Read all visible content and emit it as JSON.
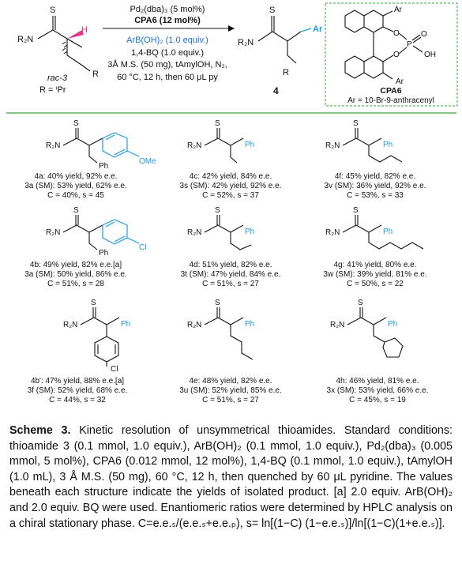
{
  "scheme": {
    "reaction": {
      "substrate": {
        "amide": "R₂N",
        "sulfur": "S",
        "h_label": "H",
        "r_label": "R",
        "name": "rac-3",
        "r_def": "R = ⁱPr"
      },
      "conditions": [
        "Pd₂(dba)₃ (5 mol%)",
        "CPA6 (12 mol%)",
        "ArB(OH)₂ (1.0 equiv.)",
        "1,4-BQ (1.0 equiv.)",
        "3Å M.S. (50 mg), tAmylOH, N₂,",
        "60 °C, 12 h, then 60 μL py"
      ],
      "product": {
        "amide": "R₂N",
        "sulfur": "S",
        "ar": "Ar",
        "r_label": "R",
        "number": "4"
      },
      "catalyst": {
        "ar_top": "Ar",
        "ar_bottom": "Ar",
        "o1": "O",
        "o2": "O",
        "p": "P",
        "o3": "O",
        "oh": "OH",
        "name": "CPA6",
        "ar_def": "Ar = 10-Br-9-anthracenyl"
      }
    },
    "entries": [
      {
        "id": "4a",
        "lines": [
          "4a: 40% yield, 92% e.e.",
          "3a (SM): 53% yield, 62% e.e.",
          "C = 40%, s = 45"
        ],
        "labels": {
          "amide": "R₂N",
          "sulfur": "S",
          "ph": "Ph",
          "sub": "OMe"
        }
      },
      {
        "id": "4c",
        "lines": [
          "4c: 42% yield, 84% e.e.",
          "3s (SM): 42% yield, 92% e.e.",
          "C = 52%, s = 37"
        ],
        "labels": {
          "amide": "R₂N",
          "sulfur": "S",
          "ph": "Ph"
        }
      },
      {
        "id": "4f",
        "lines": [
          "4f: 45% yield, 82% e.e.",
          "3v (SM): 36% yield, 92% e.e.",
          "C = 53%, s = 33"
        ],
        "labels": {
          "amide": "R₂N",
          "sulfur": "S",
          "ph": "Ph"
        }
      },
      {
        "id": "4b",
        "lines": [
          "4b: 49% yield, 82% e.e.[a]",
          "3a (SM): 50% yield, 86% e.e.",
          "C = 51%, s = 28"
        ],
        "labels": {
          "amide": "R₂N",
          "sulfur": "S",
          "ph": "Ph",
          "sub": "Cl"
        }
      },
      {
        "id": "4d",
        "lines": [
          "4d: 51% yield, 82% e.e.",
          "3t (SM): 47% yield, 84% e.e.",
          "C = 51%, s = 27"
        ],
        "labels": {
          "amide": "R₂N",
          "sulfur": "S",
          "ph": "Ph"
        }
      },
      {
        "id": "4g",
        "lines": [
          "4g: 41% yield, 80% e.e.",
          "3w (SM): 39% yield, 81% e.e.",
          "C = 50%, s = 22"
        ],
        "labels": {
          "amide": "R₂N",
          "sulfur": "S",
          "ph": "Ph"
        }
      },
      {
        "id": "4b'",
        "lines": [
          "4b': 47% yield, 88% e.e.[a]",
          "3f (SM): 52% yield, 68% e.e.",
          "C = 44%, s = 32"
        ],
        "labels": {
          "amide": "R₂N",
          "sulfur": "S",
          "ph": "Ph",
          "sub": "Cl"
        }
      },
      {
        "id": "4e",
        "lines": [
          "4e: 48% yield, 82% e.e.",
          "3u (SM): 52% yield, 85% e.e.",
          "C = 51%, s = 27"
        ],
        "labels": {
          "amide": "R₂N",
          "sulfur": "S",
          "ph": "Ph"
        }
      },
      {
        "id": "4h",
        "lines": [
          "4h: 46% yield, 81% e.e.",
          "3x (SM): 53% yield, 66% e.e.",
          "C = 45%, s = 19"
        ],
        "labels": {
          "amide": "R₂N",
          "sulfur": "S",
          "ph": "Ph"
        }
      }
    ]
  },
  "caption": {
    "label": "Scheme 3.",
    "text": "Kinetic resolution of unsymmetrical thioamides. Standard conditions: thioamide 3 (0.1 mmol, 1.0 equiv.), ArB(OH)₂ (0.1 mmol, 1.0 equiv.), Pd₂(dba)₃ (0.005 mmol, 5 mol%), CPA6 (0.012 mmol, 12 mol%), 1,4-BQ (0.1 mmol, 1.0 equiv.), tAmylOH (1.0 mL), 3 Å M.S. (50 mg), 60 °C, 12 h, then quenched by 60 μL pyridine. The values beneath each structure indicate the yields of isolated product. [a] 2.0 equiv. ArB(OH)₂ and 2.0 equiv. BQ were used. Enantiomeric ratios were determined by HPLC analysis on a chiral stationary phase. C=e.e.ₛ/(e.e.ₛ+e.e.ₚ), s= ln[(1−C) (1−e.e.ₛ)]/ln[(1−C)(1+e.e.ₛ)]."
  }
}
